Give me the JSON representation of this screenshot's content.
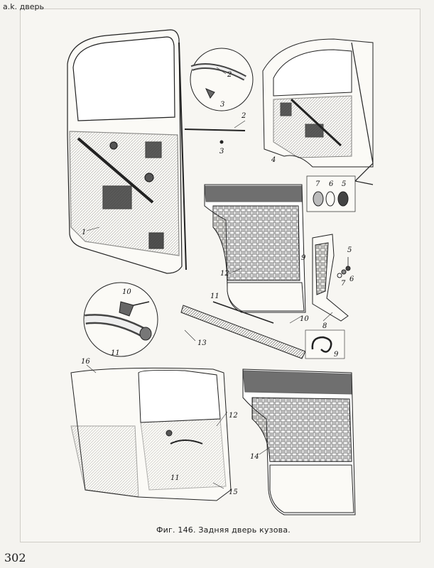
{
  "header": {
    "running_title": "a.k. дверь"
  },
  "caption": {
    "text": "Фиг. 146.  Задняя дверь кузова."
  },
  "page": {
    "number": "302"
  },
  "callouts": {
    "c1": "1",
    "c2a": "2",
    "c2b": "2",
    "c3a": "3",
    "c3b": "3",
    "c4": "4",
    "c5a": "5",
    "c5b": "5",
    "c6a": "6",
    "c6b": "6",
    "c7a": "7",
    "c7b": "7",
    "c8": "8",
    "c9a": "9",
    "c9b": "9",
    "c10a": "10",
    "c10b": "10",
    "c11a": "11",
    "c11b": "11",
    "c11c": "11",
    "c12a": "12",
    "c12b": "12",
    "c13": "13",
    "c14": "14",
    "c15": "15",
    "c16": "16"
  }
}
